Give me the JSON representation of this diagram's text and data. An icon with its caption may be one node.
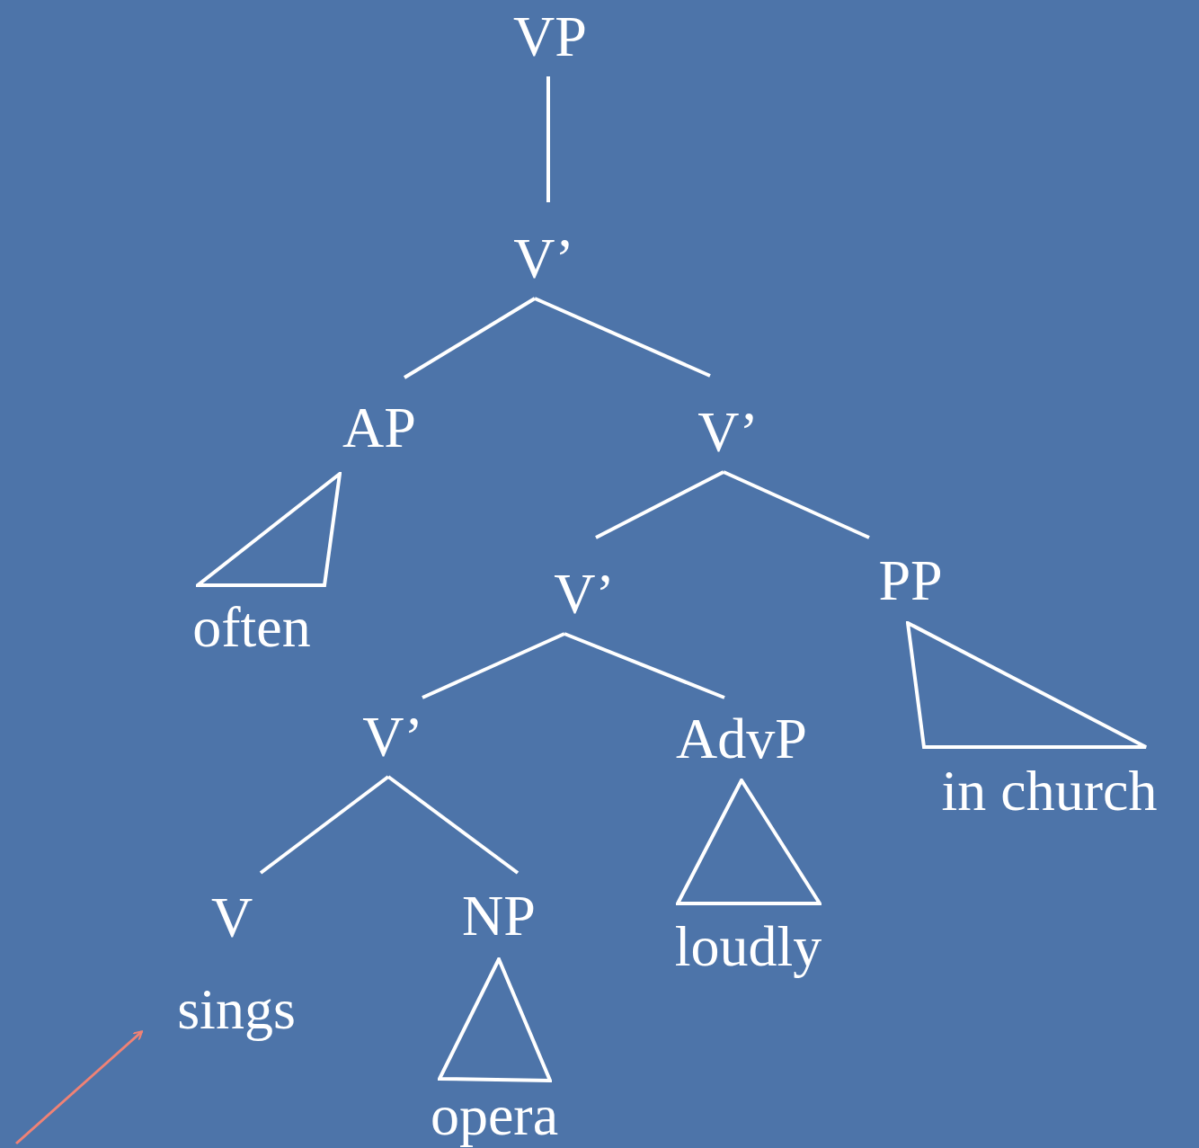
{
  "diagram": {
    "nodes": [
      {
        "text": [
          "VP"
        ]
      },
      {
        "text": [
          "V’"
        ]
      },
      {
        "text": [
          "AP"
        ]
      },
      {
        "text": [
          "V’"
        ]
      },
      {
        "text": [
          "often"
        ]
      },
      {
        "text": [
          "V’"
        ]
      },
      {
        "text": [
          "PP"
        ]
      },
      {
        "text": [
          "V’"
        ]
      },
      {
        "text": [
          "AdvP"
        ]
      },
      {
        "text": [
          "in church"
        ]
      },
      {
        "text": [
          "V"
        ]
      },
      {
        "text": [
          "NP"
        ]
      },
      {
        "text": [
          "loudly"
        ]
      },
      {
        "text": [
          "sings"
        ]
      },
      {
        "text": [
          "opera"
        ]
      },
      {
        "text": [],
        "shape": "triangle"
      },
      {
        "text": [],
        "shape": "triangle"
      },
      {
        "text": [],
        "shape": "triangle"
      },
      {
        "text": [],
        "shape": "triangle"
      }
    ],
    "edges": [
      {
        "from": 0,
        "to": 1,
        "arrow": "none"
      },
      {
        "from": 1,
        "to": 2,
        "arrow": "none"
      },
      {
        "from": 1,
        "to": 3,
        "arrow": "none"
      },
      {
        "from": 3,
        "to": 5,
        "arrow": "none"
      },
      {
        "from": 3,
        "to": 6,
        "arrow": "none"
      },
      {
        "from": 5,
        "to": 7,
        "arrow": "none"
      },
      {
        "from": 5,
        "to": 8,
        "arrow": "none"
      },
      {
        "from": 7,
        "to": 10,
        "arrow": "none"
      },
      {
        "from": 7,
        "to": 11,
        "arrow": "none"
      },
      {
        "from": null,
        "to": 13,
        "arrow": "to",
        "color": "#f08275"
      }
    ]
  }
}
